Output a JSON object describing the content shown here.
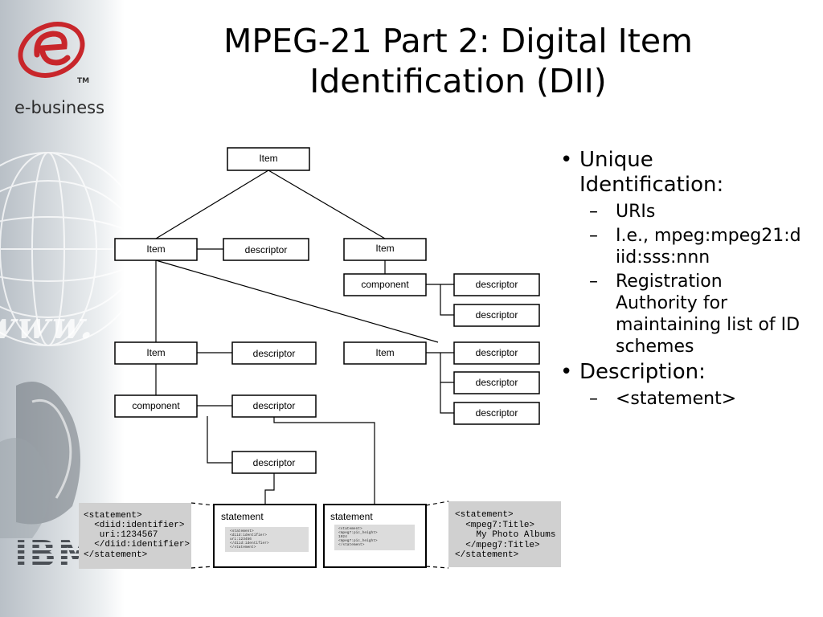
{
  "branding": {
    "ebusiness_label": "e-business",
    "tm_label": "TM",
    "www_label": "www.",
    "ibm_label": "IBM"
  },
  "slide": {
    "title_line1": "MPEG-21 Part 2: Digital Item",
    "title_line2": "Identification (DII)"
  },
  "diagram": {
    "nodes": {
      "root_item": "Item",
      "item_left": "Item",
      "descriptor_left": "descriptor",
      "item_right": "Item",
      "component_right": "component",
      "descriptor_r1": "descriptor",
      "descriptor_r2": "descriptor",
      "item_mid": "Item",
      "descriptor_mid": "descriptor",
      "item_mid_right": "Item",
      "descriptor_mr1": "descriptor",
      "descriptor_mr2": "descriptor",
      "descriptor_mr3": "descriptor",
      "component_low": "component",
      "descriptor_low": "descriptor",
      "descriptor_bottom": "descriptor"
    },
    "statement_left_title": "statement",
    "statement_right_title": "statement",
    "code_left": [
      "<statement>",
      "  <diid:identifier>",
      "   uri:1234567",
      "  </diid:identifier>",
      "</statement>"
    ],
    "code_right": [
      "<statement>",
      "  <mpeg7:Title>",
      "    My Photo Albums",
      "  </mpeg7:Title>",
      "</statement>"
    ],
    "tiny_left": [
      "<statement>",
      "<diid:identifier>",
      "uri:123456",
      "</diid:identifier>",
      "</statement>"
    ],
    "tiny_right": [
      "<statement>",
      "<mpeg7:pic_height>",
      "1024",
      "<mpeg7:pic_height>",
      "</statement>"
    ]
  },
  "bullets": {
    "unique_id": "Unique Identification:",
    "uris": "URIs",
    "ie_example": "I.e., mpeg:mpeg21:diid:sss:nnn",
    "registration": "Registration Authority for maintaining list of ID schemes",
    "description": "Description:",
    "statement": "<statement>"
  },
  "colors": {
    "logo_red": "#c8262b",
    "code_box_bg": "#d0d0d0",
    "inner_box_bg": "#dcdcdc"
  }
}
